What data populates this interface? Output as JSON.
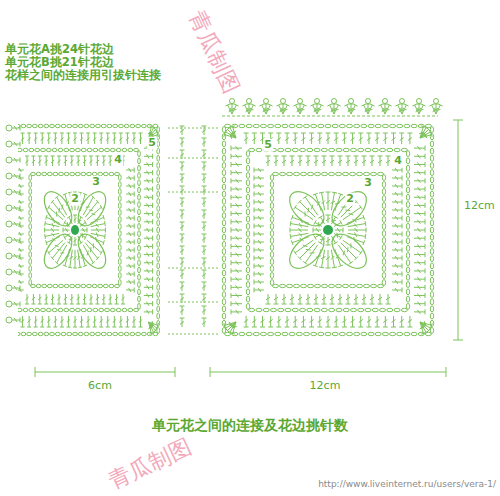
{
  "diagram": {
    "caption": "单元花之间的连接及花边挑针数",
    "labels": [
      "单元花A挑24针花边",
      "单元花B挑21针花边",
      "花样之间的连接用引拔针连接",
      "5",
      "4",
      "3",
      "2",
      "5",
      "4",
      "3",
      "2",
      "6cm",
      "12cm",
      "12cm",
      "青瓜制图",
      "青瓜制图",
      "http://www.liveinternet.ru/users/vera-1/"
    ]
  }
}
